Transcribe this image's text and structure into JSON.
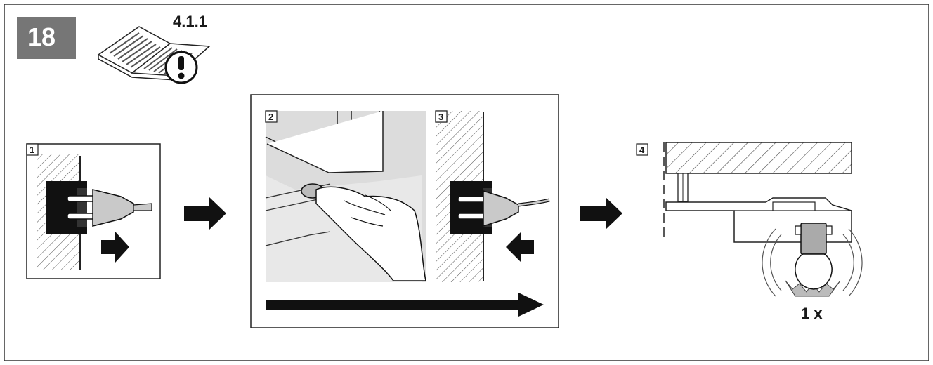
{
  "figure": {
    "figure_number": "18",
    "manual_reference": "4.1.1",
    "steps": [
      {
        "label": "1"
      },
      {
        "label": "2"
      },
      {
        "label": "3"
      },
      {
        "label": "4"
      }
    ],
    "bulb_count": "1 x",
    "icons": [
      "manual-book-icon",
      "warning-exclamation-icon",
      "plug-icon",
      "socket-icon",
      "arrow-right-icon",
      "arrow-left-icon",
      "hand-icon",
      "light-bulb-icon"
    ],
    "colors": {
      "badge": "#767676",
      "ink": "#1a1a1a",
      "panel_fill": "#dcdcdc"
    }
  }
}
